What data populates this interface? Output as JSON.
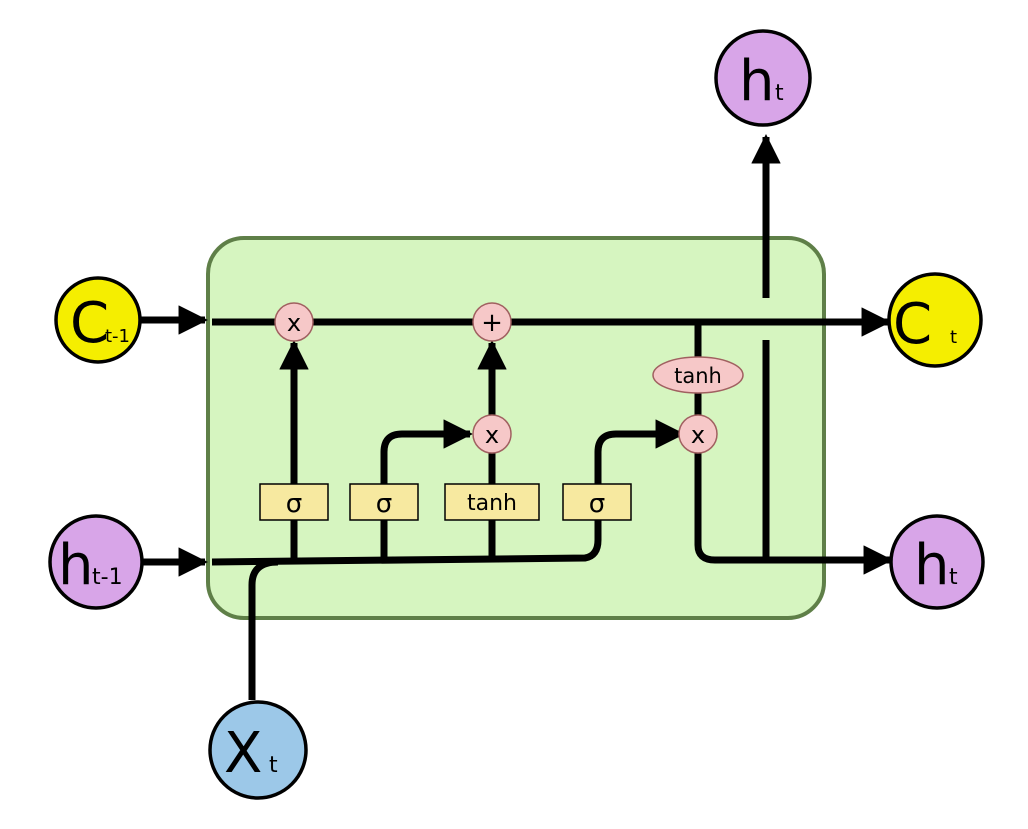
{
  "colors": {
    "cell_fill": "#d6f5c0",
    "cell_stroke": "#5f7f48",
    "cell_state_node": "#f5ee00",
    "hidden_node": "#d8a5e8",
    "input_node": "#9cc8e8",
    "layer_box": "#f7e9a0",
    "pointwise_op": "#f6c8c8"
  },
  "nodes": {
    "c_prev": {
      "main": "C",
      "sub": "t-1"
    },
    "c_out": {
      "main": "C",
      "sub": "t"
    },
    "h_prev": {
      "main": "h",
      "sub": "t-1"
    },
    "h_out_right": {
      "main": "h",
      "sub": "t"
    },
    "h_out_top": {
      "main": "h",
      "sub": "t"
    },
    "x_in": {
      "main": "X",
      "sub": "t"
    }
  },
  "layers": {
    "forget_gate": "σ",
    "input_gate": "σ",
    "candidate": "tanh",
    "output_gate": "σ"
  },
  "ops": {
    "forget_mult": "x",
    "state_add": "+",
    "input_mult": "x",
    "output_mult": "x",
    "state_tanh": "tanh"
  }
}
